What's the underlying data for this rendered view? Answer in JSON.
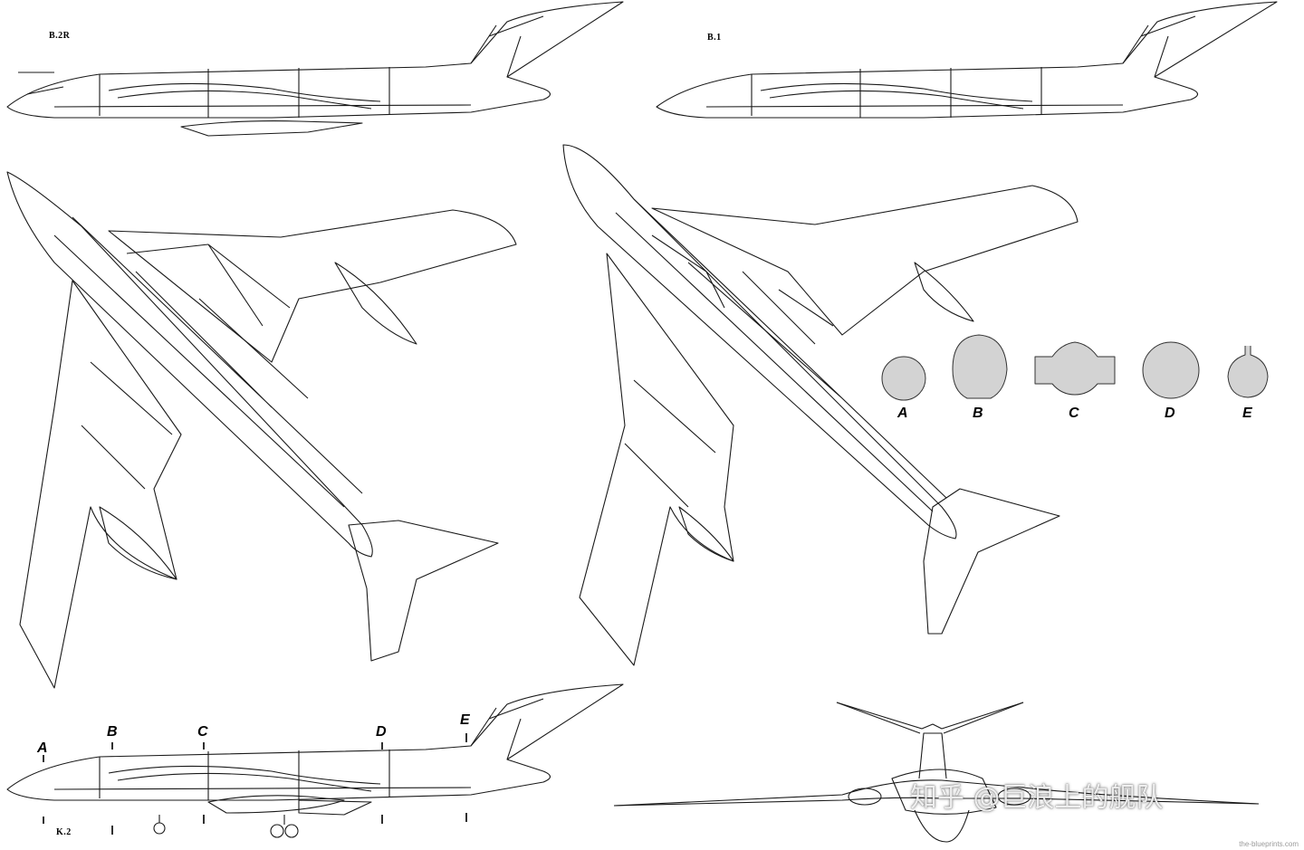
{
  "views": {
    "side_b2r": {
      "label": "B.2R"
    },
    "side_b1": {
      "label": "B.1"
    },
    "side_k2": {
      "label": "K.2"
    }
  },
  "sections": [
    {
      "letter": "A"
    },
    {
      "letter": "B"
    },
    {
      "letter": "C"
    },
    {
      "letter": "D"
    },
    {
      "letter": "E"
    }
  ],
  "watermark": "知乎 @巨浪上的舰队",
  "credit": "the-blueprints.com",
  "colors": {
    "line": "#1a1a1a",
    "section_fill": "#d3d3d3",
    "background": "#ffffff"
  }
}
